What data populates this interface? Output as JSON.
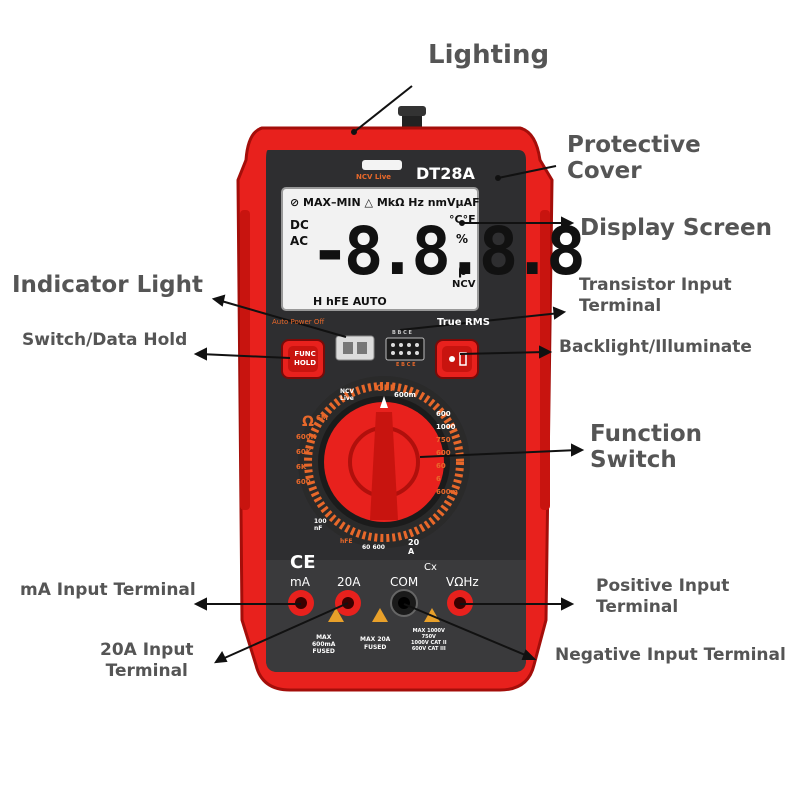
{
  "labels": {
    "lighting": "Lighting",
    "protective_cover": [
      "Protective",
      "Cover"
    ],
    "display_screen": "Display Screen",
    "indicator_light": "Indicator Light",
    "switch_data_hold": "Switch/Data Hold",
    "transistor_input": [
      "Transistor Input",
      "Terminal"
    ],
    "backlight": "Backlight/Illuminate",
    "function_switch": [
      "Function",
      "Switch"
    ],
    "ma_input": "mA Input Terminal",
    "twenty_a_input": [
      "20A Input",
      "Terminal"
    ],
    "positive_input": [
      "Positive Input",
      "Terminal"
    ],
    "negative_input": "Negative Input Terminal"
  },
  "device": {
    "model": "DT28A",
    "ncv_live": "NCV  Live",
    "true_rms": "True RMS",
    "auto_off": "Auto Power Off",
    "func_button": [
      "FUNC",
      "HOLD"
    ],
    "ce_mark": "CE",
    "lcd": {
      "top_row": "⊘ MAX–MIN △  MkΩ Hz nmVµAF",
      "dc": "DC",
      "ac": "AC",
      "digits": "-8.8.8.8",
      "temp": "°C°F",
      "percent": "%",
      "beta": "β",
      "ncv": "NCV",
      "bottom_row": "H  hFE  AUTO"
    },
    "transistor_pins_top": "B B C E",
    "transistor_pins_bottom": "E B C E",
    "dial_labels": {
      "off": "OFF",
      "ncv_live": [
        "NCV",
        "Live"
      ],
      "ohm": "Ω",
      "left_arc": [
        "60M",
        "6M",
        "600K",
        "60K",
        "6K",
        "600"
      ],
      "right_arc": [
        "600m",
        "6",
        "60",
        "600",
        "1000",
        "750",
        "600",
        "60",
        "6",
        "600m"
      ],
      "bottom_arc": [
        "100",
        "nF",
        "hFE",
        "60",
        "µ",
        "600",
        "m",
        "20",
        "A"
      ]
    },
    "terminals": [
      "mA",
      "20A",
      "COM",
      "VΩHz"
    ],
    "cx_label": "Cx",
    "fuse_notes": {
      "ma": [
        "MAX",
        "600mA",
        "FUSED"
      ],
      "a20": [
        "MAX 20A",
        "FUSED"
      ],
      "v": [
        "MAX 1000V",
        "750V",
        "1000V CAT II",
        "600V CAT III"
      ]
    }
  },
  "colors": {
    "body_red": "#e8211d",
    "dark_red": "#b0100c",
    "panel": "#2e2e30",
    "lcd_bg": "#f2f2f2",
    "label_gray": "#555555",
    "accent_orange": "#e8682a"
  }
}
